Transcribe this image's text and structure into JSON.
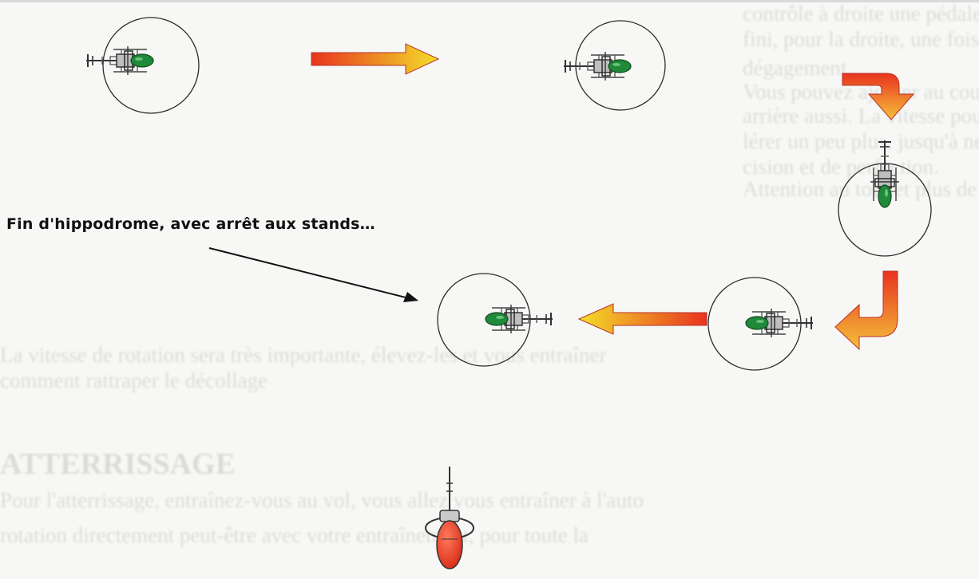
{
  "annotation": {
    "text": "Fin d'hippodrome, avec arrêt aux stands…"
  },
  "background_text": [
    "contrôle à droite une pédale de manœuvre, les virages seront effectués à gauche",
    "fini, pour la droite, une fois un retour en arrière de cette manœuvre de",
    "dégagement.",
    "Vous pouvez ajouter au cours de même tour des hippodromes le vol en",
    "arrière aussi. La vitesse pourra être faite au début, puis vous pourrez accé-",
    "lérer un peu plus, jusqu'à ne faire à fond le cercle — exercices de pré-",
    "cision et de perfection.",
    "Attention au tout et plus de concentration",
    "",
    "La vitesse de rotation sera très importante, élevez-les et vous entraîner",
    "comment rattraper le décollage",
    "",
    "ATTERRISSAGE",
    "Pour l'atterrissage, entraînez-vous au vol, vous allez vous entraîner à l'auto",
    "rotation directement peut-être avec votre entraînement, pour toute la"
  ],
  "colors": {
    "arrow_start": "#e8331e",
    "arrow_end": "#f3de2a",
    "helicopter_canopy": "#1f8a3a",
    "nose_view_body": "#e53524"
  },
  "icons": {
    "helicopter": "helicopter-top-view",
    "arrow": "gradient-arrow",
    "nose_view": "helicopter-front-view"
  }
}
